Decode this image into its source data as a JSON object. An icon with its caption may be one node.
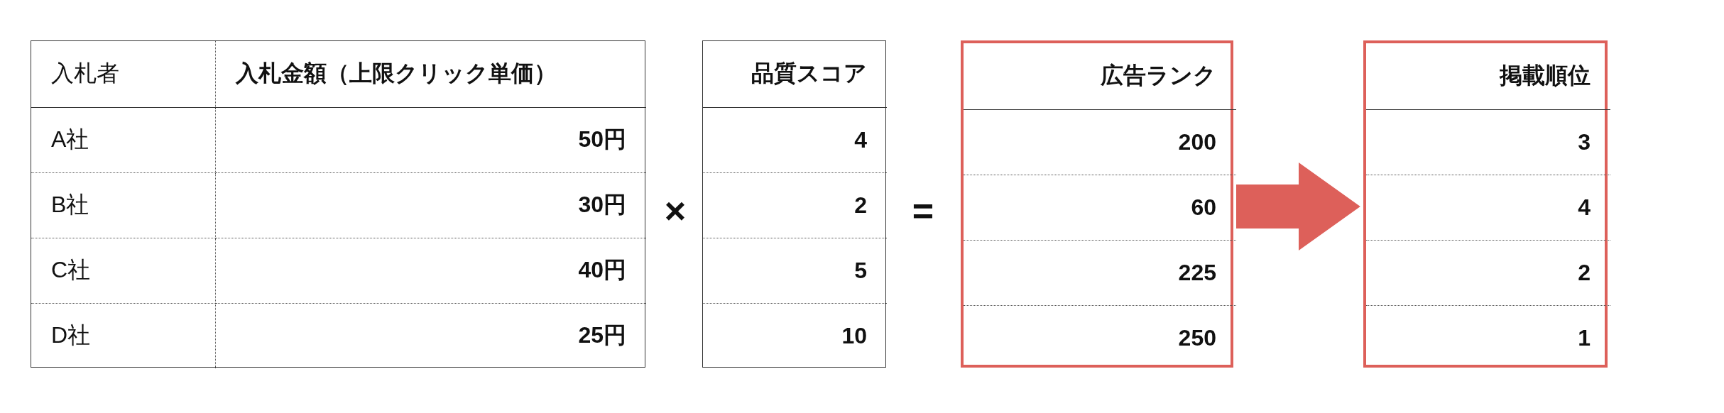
{
  "diagram": {
    "nodes": [
      {
        "text": [
          "入札者",
          "入札金額（上限クリック単価）",
          "A社",
          "50円",
          "B社",
          "30円",
          "C社",
          "40円",
          "D社",
          "25円"
        ]
      },
      {
        "text": [
          "品質スコア",
          "4",
          "2",
          "5",
          "10"
        ]
      },
      {
        "text": [
          "広告ランク",
          "200",
          "60",
          "225",
          "250"
        ]
      },
      {
        "text": [
          "掲載順位",
          "3",
          "4",
          "2",
          "1"
        ]
      }
    ],
    "edges": [
      {
        "from": 2,
        "to": 3,
        "arrow": "to"
      }
    ],
    "labels": [
      "×",
      "="
    ]
  }
}
